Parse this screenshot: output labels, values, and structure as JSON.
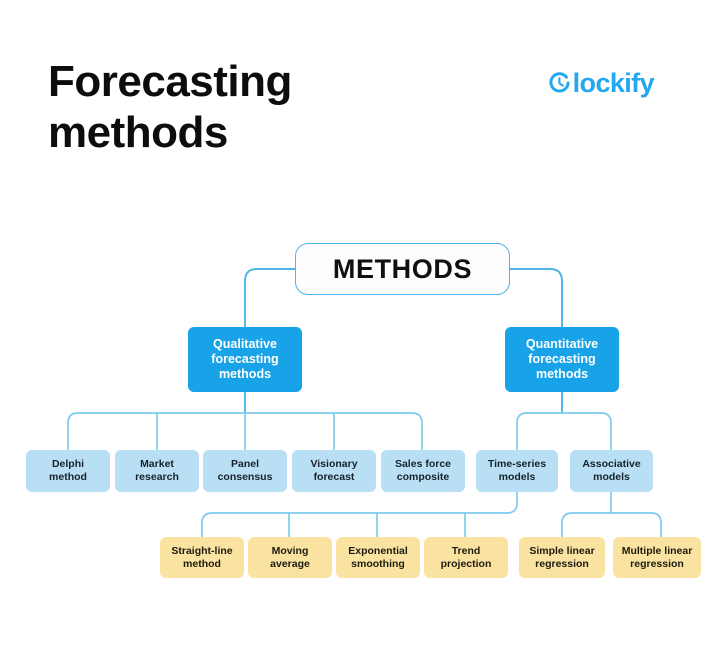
{
  "header": {
    "title": "Forecasting\nmethods",
    "brand": {
      "name": "lockify",
      "mark_icon": "clockify-c-clock-icon",
      "color": "#22a7f0"
    }
  },
  "diagram": {
    "type": "tree",
    "root": {
      "label": "METHODS",
      "style": "outline",
      "color": "#ffffff",
      "border_color": "#4db5e8"
    },
    "branches": [
      {
        "label": "Qualitative\nforecasting\nmethods",
        "color": "#18a2e8",
        "children": [
          {
            "label": "Delphi\nmethod",
            "color": "#b9dff4"
          },
          {
            "label": "Market\nresearch",
            "color": "#b9dff4"
          },
          {
            "label": "Panel\nconsensus",
            "color": "#b9dff4"
          },
          {
            "label": "Visionary\nforecast",
            "color": "#b9dff4"
          },
          {
            "label": "Sales force\ncomposite",
            "color": "#b9dff4"
          }
        ]
      },
      {
        "label": "Quantitative\nforecasting\nmethods",
        "color": "#18a2e8",
        "children": [
          {
            "label": "Time-series\nmodels",
            "color": "#b9dff4",
            "children": [
              {
                "label": "Straight-line\nmethod",
                "color": "#fae3a1"
              },
              {
                "label": "Moving\naverage",
                "color": "#fae3a1"
              },
              {
                "label": "Exponential\nsmoothing",
                "color": "#fae3a1"
              },
              {
                "label": "Trend\nprojection",
                "color": "#fae3a1"
              }
            ]
          },
          {
            "label": "Associative\nmodels",
            "color": "#b9dff4",
            "children": [
              {
                "label": "Simple linear\nregression",
                "color": "#fae3a1"
              },
              {
                "label": "Multiple linear\nregression",
                "color": "#fae3a1"
              }
            ]
          }
        ]
      }
    ],
    "connector_color": "#4db5e8"
  }
}
